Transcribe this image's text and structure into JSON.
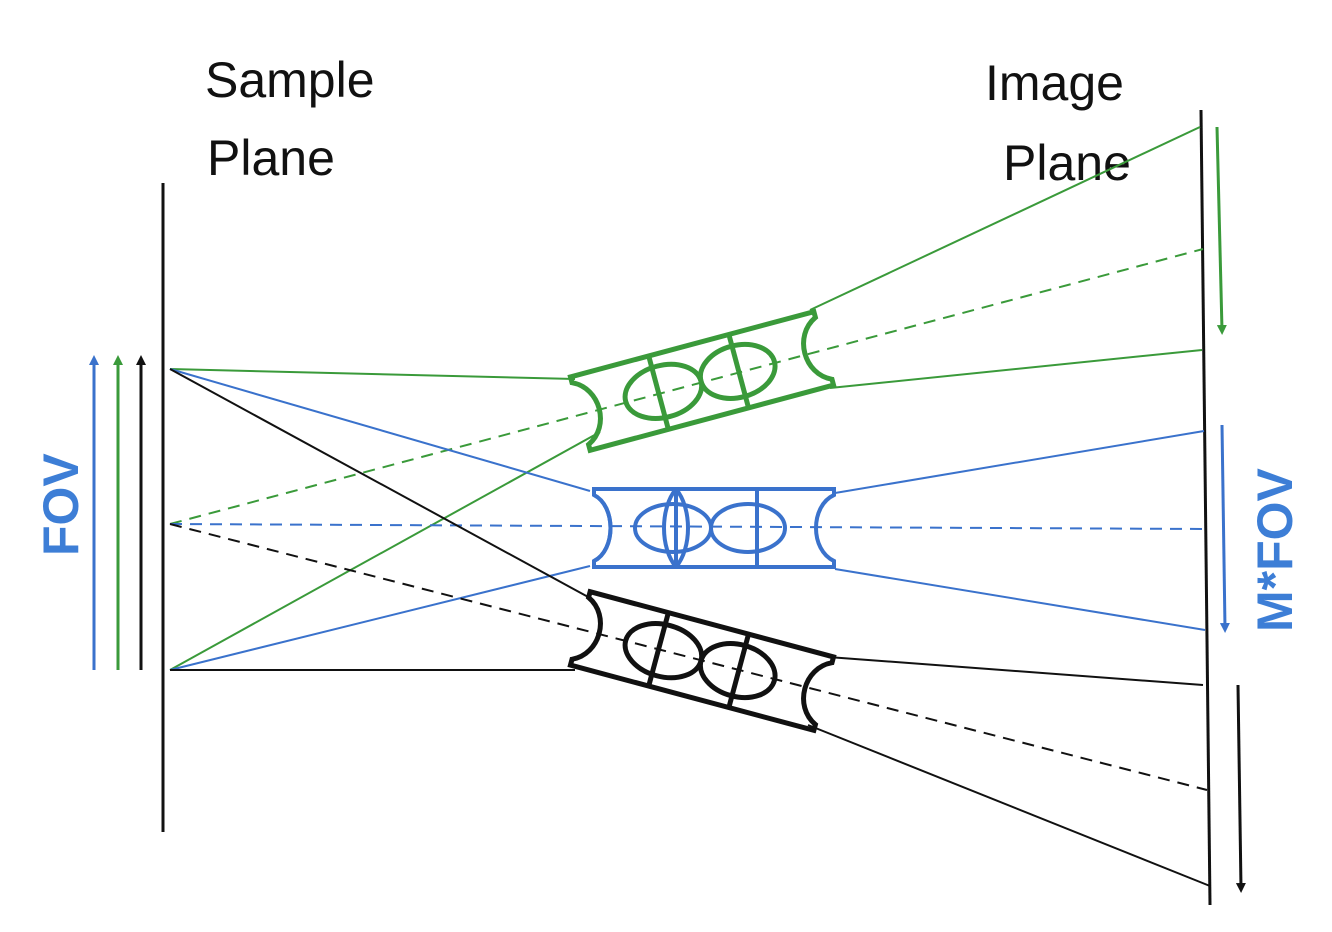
{
  "labels": {
    "sample_plane_line1": "Sample",
    "sample_plane_line2": "Plane",
    "image_plane_line1": "Image",
    "image_plane_line2": "Plane",
    "fov": "FOV",
    "mfov": "M*FOV"
  },
  "colors": {
    "green": "#3a9a3a",
    "blue": "#3a72cc",
    "black": "#111111",
    "label_blue": "#3d7ed6"
  },
  "systems": [
    {
      "name": "tilted-up",
      "color": "green"
    },
    {
      "name": "on-axis",
      "color": "blue"
    },
    {
      "name": "tilted-down",
      "color": "black"
    }
  ]
}
